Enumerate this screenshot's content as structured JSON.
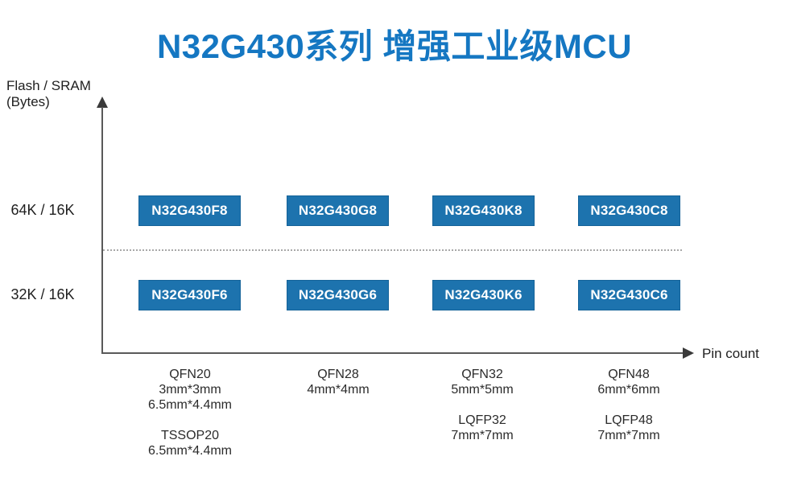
{
  "title": "N32G430系列 增强工业级MCU",
  "y_axis": {
    "label_line1": "Flash / SRAM",
    "label_line2": "(Bytes)"
  },
  "x_axis": {
    "label": "Pin count"
  },
  "rows": [
    {
      "label": "64K / 16K",
      "parts": [
        "N32G430F8",
        "N32G430G8",
        "N32G430K8",
        "N32G430C8"
      ]
    },
    {
      "label": "32K / 16K",
      "parts": [
        "N32G430F6",
        "N32G430G6",
        "N32G430K6",
        "N32G430C6"
      ]
    }
  ],
  "package_columns": [
    {
      "primary": [
        "QFN20",
        "3mm*3mm",
        "6.5mm*4.4mm"
      ],
      "secondary": [
        "TSSOP20",
        "6.5mm*4.4mm"
      ]
    },
    {
      "primary": [
        "QFN28",
        "4mm*4mm"
      ],
      "secondary": []
    },
    {
      "primary": [
        "QFN32",
        "5mm*5mm"
      ],
      "secondary": [
        "LQFP32",
        "7mm*7mm"
      ]
    },
    {
      "primary": [
        "QFN48",
        "6mm*6mm"
      ],
      "secondary": [
        "LQFP48",
        "7mm*7mm"
      ]
    }
  ],
  "colors": {
    "title_blue": "#1577c2",
    "box_blue": "#1d73ae",
    "axis_gray": "#595959",
    "label_text": "#2b2b2b"
  },
  "chart_data": {
    "type": "scatter",
    "title": "N32G430系列 增强工业级MCU",
    "xlabel": "Pin count",
    "ylabel": "Flash / SRAM (Bytes)",
    "y_categories": [
      "32K / 16K",
      "64K / 16K"
    ],
    "x_categories": [
      "QFN20 3mm*3mm 6.5mm*4.4mm; TSSOP20 6.5mm*4.4mm",
      "QFN28 4mm*4mm",
      "QFN32 5mm*5mm; LQFP32 7mm*7mm",
      "QFN48 6mm*6mm; LQFP48 7mm*7mm"
    ],
    "grid": true,
    "separator": "dotted line between 64K/16K and 32K/16K rows",
    "points": [
      {
        "x_index": 0,
        "y": "64K / 16K",
        "label": "N32G430F8"
      },
      {
        "x_index": 1,
        "y": "64K / 16K",
        "label": "N32G430G8"
      },
      {
        "x_index": 2,
        "y": "64K / 16K",
        "label": "N32G430K8"
      },
      {
        "x_index": 3,
        "y": "64K / 16K",
        "label": "N32G430C8"
      },
      {
        "x_index": 0,
        "y": "32K / 16K",
        "label": "N32G430F6"
      },
      {
        "x_index": 1,
        "y": "32K / 16K",
        "label": "N32G430G6"
      },
      {
        "x_index": 2,
        "y": "32K / 16K",
        "label": "N32G430K6"
      },
      {
        "x_index": 3,
        "y": "32K / 16K",
        "label": "N32G430C6"
      }
    ]
  }
}
